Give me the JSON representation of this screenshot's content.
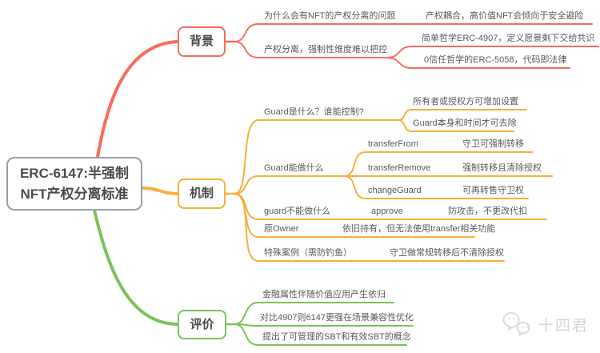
{
  "colors": {
    "red": "#F86C5D",
    "yellow": "#F9AE3D",
    "green": "#7CC25B",
    "root_border": "#93A1AD",
    "label_text": "#4A4A4A",
    "leaf_text": "#5A5A5A",
    "watermark": "#D5D5D5",
    "background": "#FFFFFF"
  },
  "root": {
    "title_line1": "ERC-6147:半强制",
    "title_line2": "NFT产权分离标准"
  },
  "branches": {
    "bg": {
      "label": "背景",
      "q_why": "为什么会有NFT的产权分离的问题",
      "a_coupling": "产权耦合，高价值NFT会倾向于安全避险",
      "q_split": "产权分离，强制性维度难以把控",
      "a_4907": "简单哲学ERC-4907，定义愿景剩下交给共识",
      "a_5058": "0信任哲学的ERC-5058，代码即法律"
    },
    "mech": {
      "label": "机制",
      "guard_what": "Guard是什么？谁能控制?",
      "guard_what_c1": "所有者或授权方可增加设置",
      "guard_what_c2": "Guard本身和时间才可去除",
      "guard_can": "Guard能做什么",
      "fn_transfer_from": "transferFrom",
      "fn_transfer_from_desc": "守卫可强制转移",
      "fn_transfer_remove": "transferRemove",
      "fn_transfer_remove_desc": "强制转移且清除授权",
      "fn_change_guard": "changeGuard",
      "fn_change_guard_desc": "可再转售守卫权",
      "guard_cannot": "guard不能做什么",
      "fn_approve": "approve",
      "fn_approve_desc": "防攻击，不更改代扣",
      "owner": "原Owner",
      "owner_desc": "依旧持有，但无法使用transfer相关功能",
      "special": "特殊案例（需防钓鱼）",
      "special_desc": "守卫做常规转移后不清除授权"
    },
    "eval": {
      "label": "评价",
      "p1": "金融属性伴随价值应用产生依归",
      "p2": "对比4907则6147更强在场景兼容性优化",
      "p3": "提出了可管理的SBT和有效SBT的概念"
    }
  },
  "watermark": {
    "text": "十四君",
    "icon": "wechat-bubbles-icon"
  }
}
